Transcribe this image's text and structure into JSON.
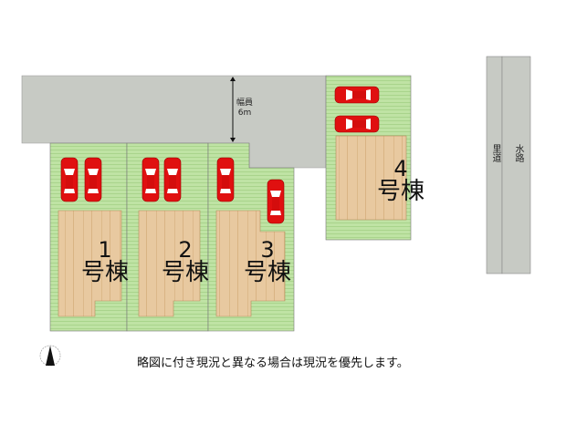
{
  "road": {
    "width_label_1": "幅員",
    "width_label_2": "6m"
  },
  "side_path": "里道",
  "waterway": "水路",
  "lots": [
    {
      "number": "1",
      "label": "号棟",
      "parking": 2
    },
    {
      "number": "2",
      "label": "号棟",
      "parking": 2
    },
    {
      "number": "3",
      "label": "号棟",
      "parking": 2
    },
    {
      "number": "4",
      "label": "号棟",
      "parking": 2
    }
  ],
  "caption": "略図に付き現況と異なる場合は現況を優先します。",
  "compass": "N",
  "colors": {
    "road": "#c7cac4",
    "lot": "#b7e09a",
    "building": "#e6c49a",
    "car": "#e01414"
  }
}
